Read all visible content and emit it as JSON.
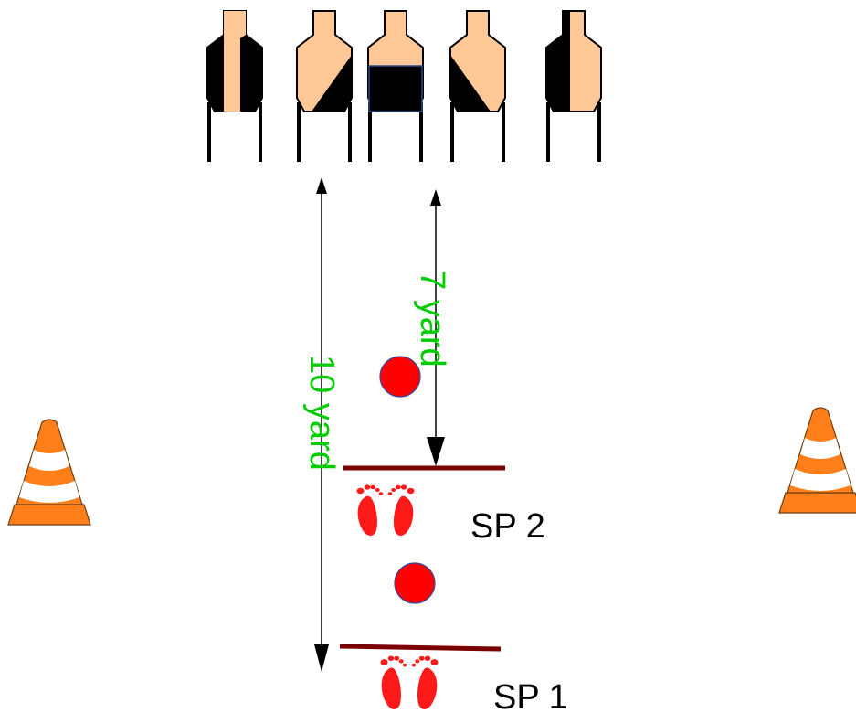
{
  "targets": [
    {
      "name": "target-1",
      "mark": "vertical-center-strip"
    },
    {
      "name": "target-2",
      "mark": "lower-right-triangle"
    },
    {
      "name": "target-3",
      "mark": "lower-box"
    },
    {
      "name": "target-4",
      "mark": "lower-left-triangle"
    },
    {
      "name": "target-5",
      "mark": "left-half"
    }
  ],
  "distances": {
    "ten": "10 yard",
    "seven": "7 yard"
  },
  "positions": {
    "sp1": "SP 1",
    "sp2": "SP 2"
  },
  "colors": {
    "target_body": "#ffc896",
    "target_mark": "#000000",
    "distance_text": "#00cc00",
    "line": "#7a0000",
    "disc": "#ff0000",
    "disc_stroke": "#3a4aa0",
    "footprint": "#ff1a1a",
    "cone_orange": "#ff7f1a",
    "cone_white": "#ffffff"
  }
}
